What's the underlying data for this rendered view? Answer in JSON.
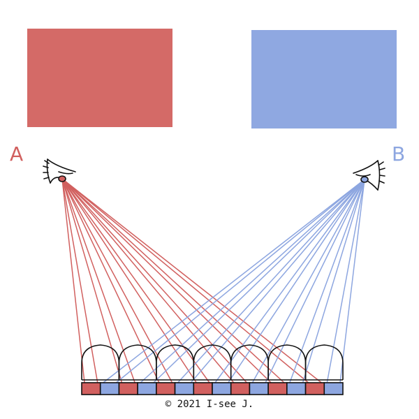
{
  "viewers": [
    {
      "label": "A",
      "color": "#d1605f"
    },
    {
      "label": "B",
      "color": "#8da6e0"
    }
  ],
  "panels": [
    {
      "color": "#d46a67"
    },
    {
      "color": "#8fa8e1"
    }
  ],
  "lens_count": 7,
  "copyright": "© 2021 I-see J."
}
